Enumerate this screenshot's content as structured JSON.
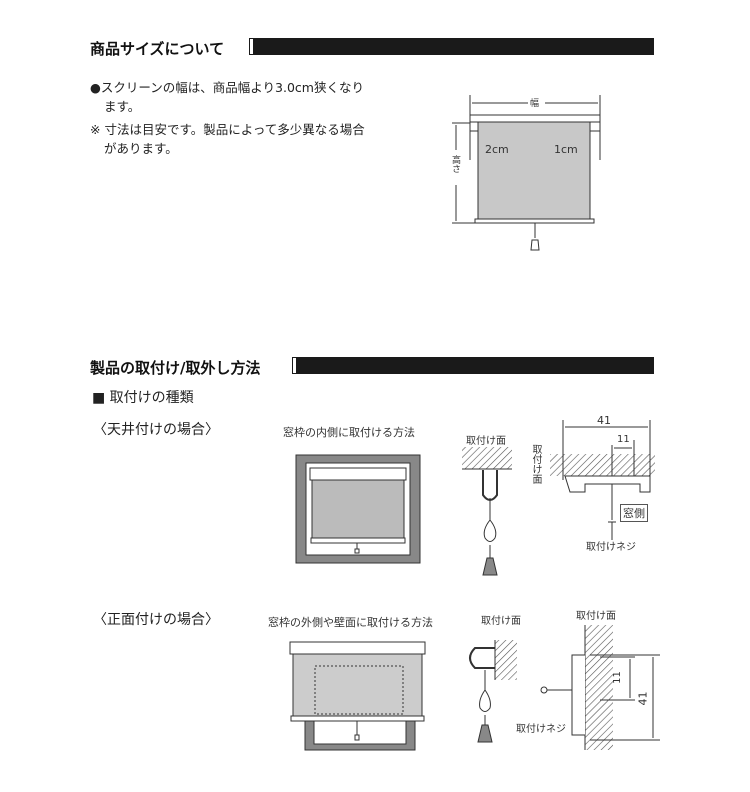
{
  "section1": {
    "title": "商品サイズについて",
    "bullet_line1": "●スクリーンの幅は、商品幅より3.0cm狭くなり",
    "bullet_line2": "ます。",
    "note_line1": "※ 寸法は目安です。製品によって多少異なる場合",
    "note_line2": "があります。",
    "diagram": {
      "width_label": "幅",
      "height_label": "高さ",
      "left_margin": "2cm",
      "right_margin": "1cm"
    }
  },
  "section2": {
    "title": "製品の取付け/取外し方法",
    "subheading": "■ 取付けの種類",
    "ceiling": {
      "heading": "〈天井付けの場合〉",
      "caption": "窓枠の内側に取付ける方法",
      "surface_label": "取付け面",
      "surface_label_vertical": "取付け面",
      "dim_41": "41",
      "dim_11": "11",
      "window_side": "窓側",
      "screw_label": "取付けネジ"
    },
    "front": {
      "heading": "〈正面付けの場合〉",
      "caption": "窓枠の外側や壁面に取付ける方法",
      "surface_label": "取付け面",
      "surface_label2": "取付け面",
      "dim_11": "11",
      "dim_41": "41",
      "screw_label": "取付けネジ"
    }
  }
}
